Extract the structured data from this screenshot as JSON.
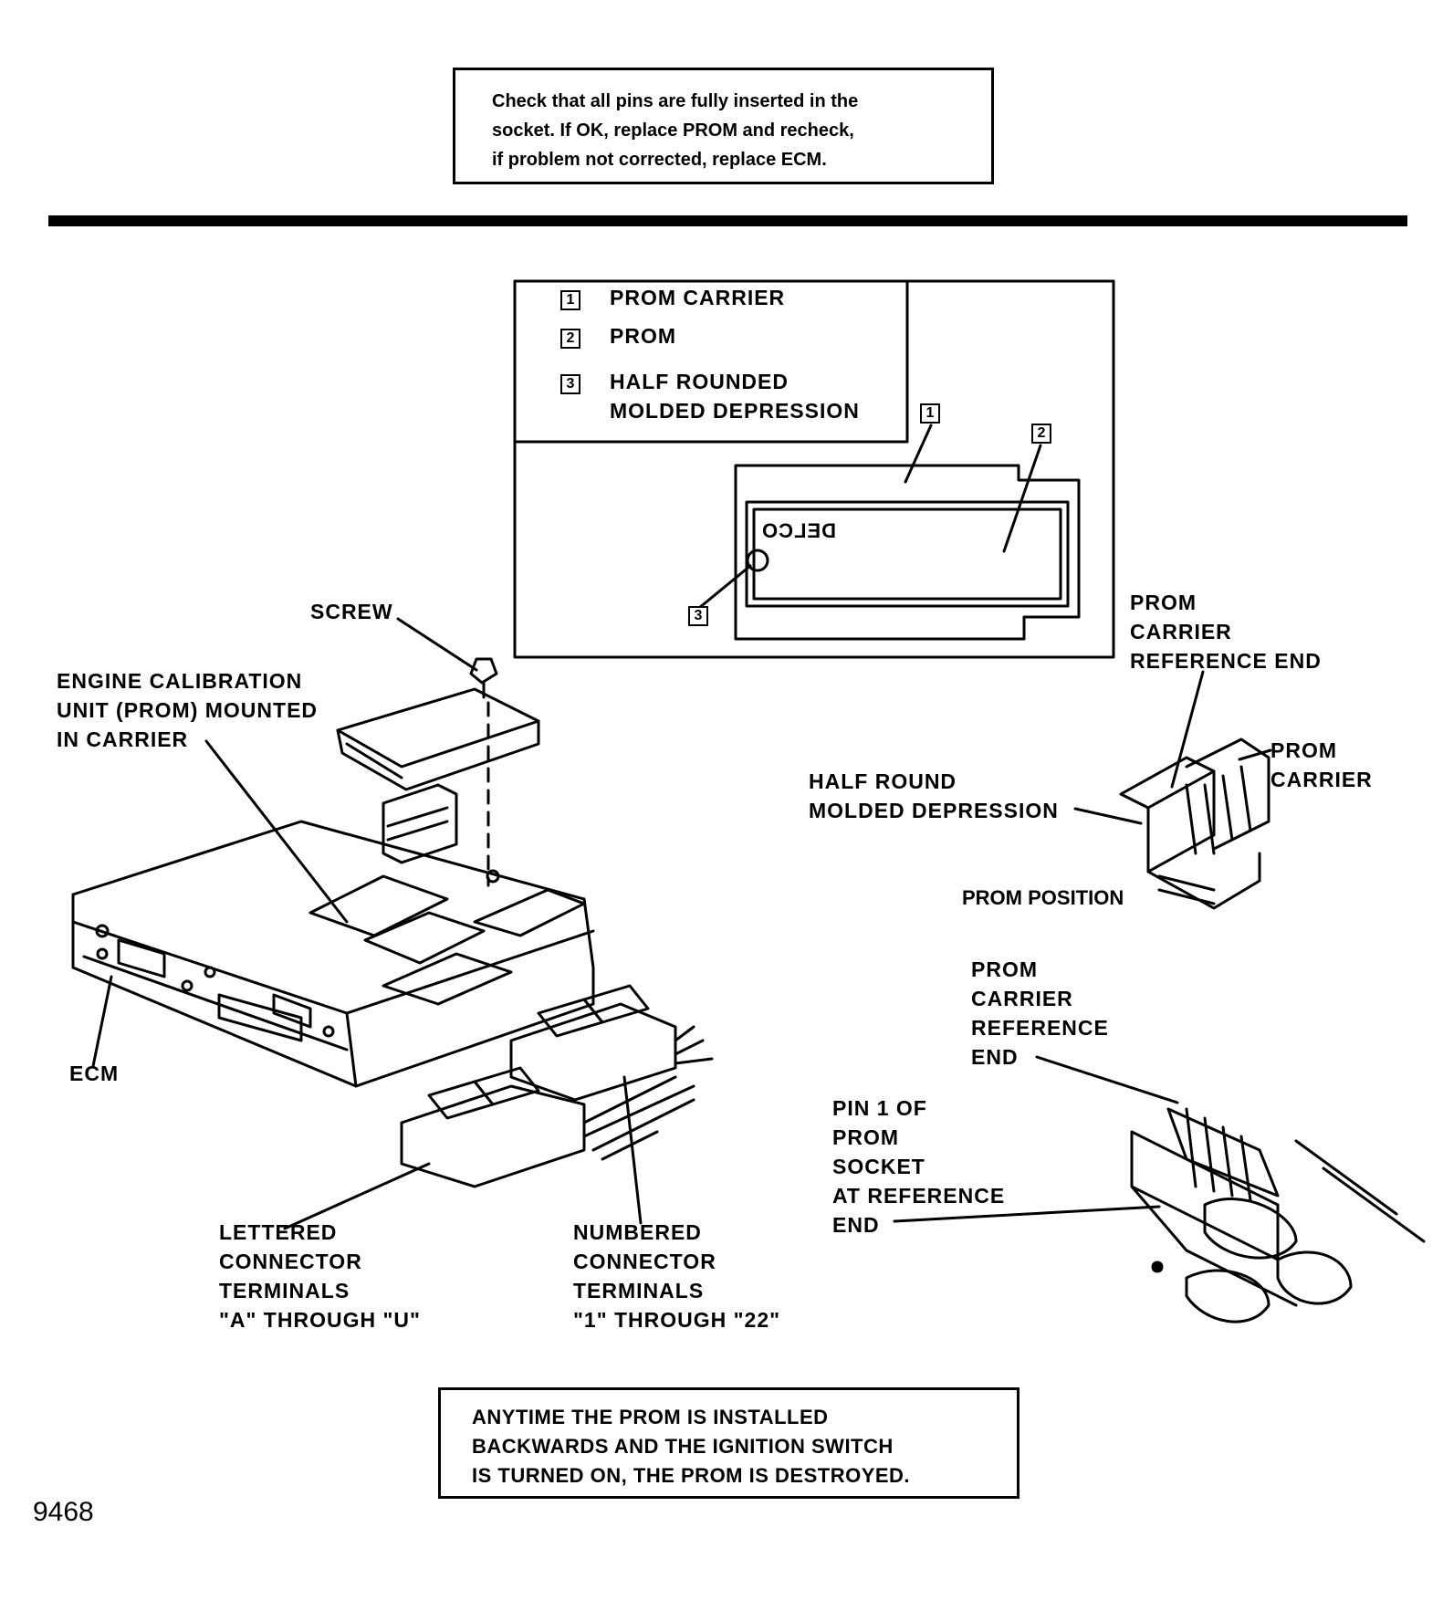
{
  "top_note": {
    "lines": [
      "Check that all pins are fully inserted in the",
      "socket. If OK, replace PROM and recheck,",
      "if problem not corrected, replace ECM."
    ]
  },
  "legend": {
    "items": [
      {
        "num": "1",
        "lines": [
          "PROM CARRIER"
        ]
      },
      {
        "num": "2",
        "lines": [
          "PROM"
        ]
      },
      {
        "num": "3",
        "lines": [
          "HALF ROUNDED",
          "MOLDED DEPRESSION"
        ]
      }
    ],
    "chip_text": "DELCO",
    "callouts": [
      "1",
      "2",
      "3"
    ]
  },
  "labels": {
    "screw": "SCREW",
    "engine_calibration": [
      "ENGINE CALIBRATION",
      "UNIT (PROM) MOUNTED",
      "IN CARRIER"
    ],
    "ecm": "ECM",
    "lettered": [
      "LETTERED",
      "CONNECTOR",
      "TERMINALS",
      "\"A\" THROUGH \"U\""
    ],
    "numbered": [
      "NUMBERED",
      "CONNECTOR",
      "TERMINALS",
      "\"1\" THROUGH \"22\""
    ],
    "prom_carrier_ref_end_top": [
      "PROM",
      "CARRIER",
      "REFERENCE END"
    ],
    "prom_carrier_right": [
      "PROM",
      "CARRIER"
    ],
    "half_round": [
      "HALF ROUND",
      "MOLDED DEPRESSION"
    ],
    "prom_position": "PROM POSITION",
    "prom_carrier_ref_end_bottom": [
      "PROM",
      "CARRIER",
      "REFERENCE",
      "END"
    ],
    "pin1": [
      "PIN 1 OF",
      "PROM",
      "SOCKET",
      "AT REFERENCE",
      "END"
    ]
  },
  "bottom_note": {
    "lines": [
      "ANYTIME THE PROM IS INSTALLED",
      "BACKWARDS AND THE IGNITION SWITCH",
      "IS TURNED ON, THE PROM IS DESTROYED."
    ]
  },
  "figure_number": "9468"
}
